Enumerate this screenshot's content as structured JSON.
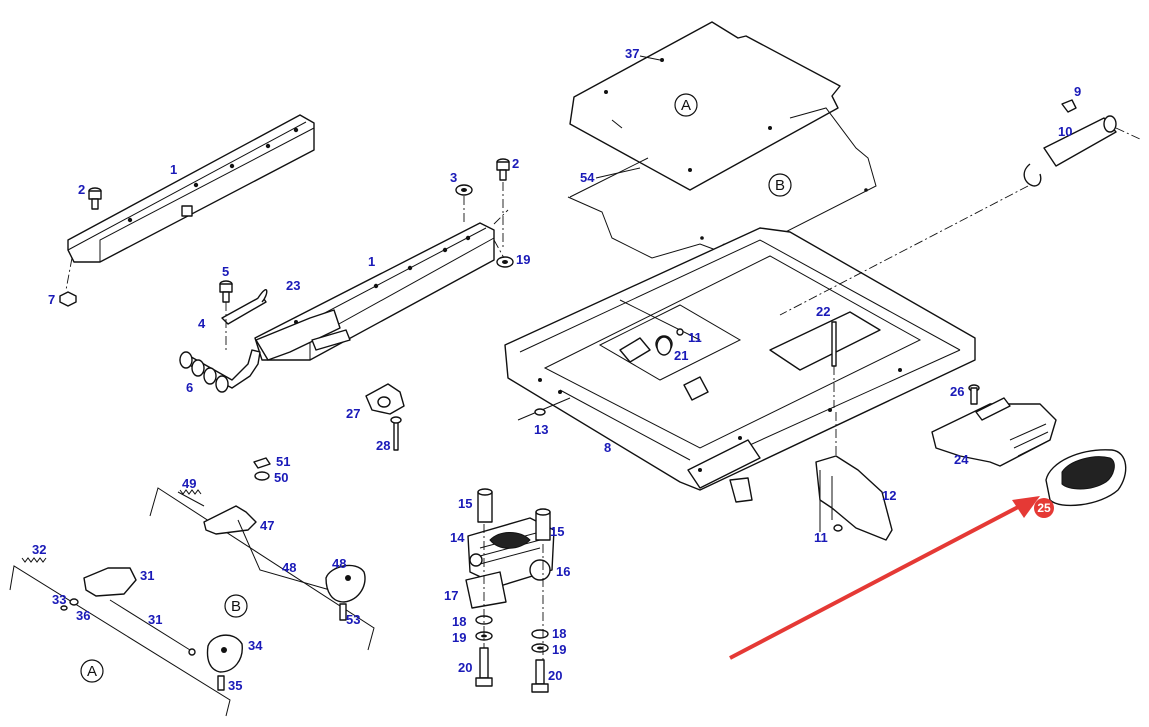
{
  "labels": {
    "n1a": "1",
    "n1b": "1",
    "n2a": "2",
    "n2b": "2",
    "n3": "3",
    "n4": "4",
    "n5": "5",
    "n6": "6",
    "n7": "7",
    "n8": "8",
    "n9": "9",
    "n10": "10",
    "n11a": "11",
    "n11b": "11",
    "n12": "12",
    "n13": "13",
    "n14": "14",
    "n15a": "15",
    "n15b": "15",
    "n16": "16",
    "n17": "17",
    "n18a": "18",
    "n18b": "18",
    "n19a": "19",
    "n19b": "19",
    "n19c": "19",
    "n20a": "20",
    "n20b": "20",
    "n21": "21",
    "n22": "22",
    "n23": "23",
    "n24": "24",
    "n26": "26",
    "n27": "27",
    "n28": "28",
    "n31a": "31",
    "n31b": "31",
    "n32": "32",
    "n33": "33",
    "n34": "34",
    "n35": "35",
    "n36": "36",
    "n37": "37",
    "n47": "47",
    "n48a": "48",
    "n48b": "48",
    "n49": "49",
    "n50": "50",
    "n51": "51",
    "n53": "53",
    "n54": "54"
  },
  "callouts": {
    "a_top": "A",
    "b_top": "B",
    "b_sub": "B",
    "a_sub": "A"
  },
  "highlight": {
    "badge": "25",
    "badge_color": "#e53935",
    "arrow_color": "#e53935"
  },
  "colors": {
    "label_blue": "#1a1ab8",
    "line": "#111111"
  }
}
